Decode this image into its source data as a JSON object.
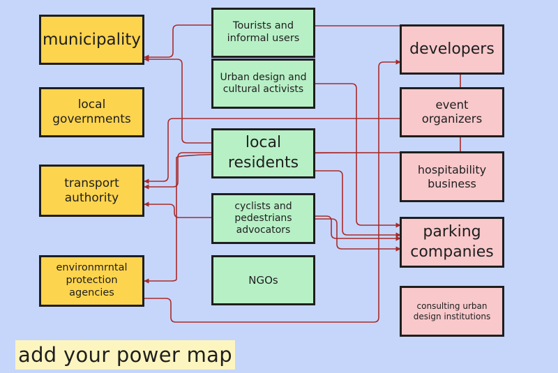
{
  "nodes": {
    "municipality": "municipality",
    "local_governments": "local governments",
    "transport_authority": "transport authority",
    "environmental_agencies": "environmrntal protection agencies",
    "tourists": "Tourists and informal users",
    "urban_design_activists": "Urban design and cultural activists",
    "local_residents": "local residents",
    "cyclists": "cyclists and pedestrians advocators",
    "ngos": "NGOs",
    "developers": "developers",
    "event_organizers": "event organizers",
    "hospitability": "hospitability business",
    "parking": "parking companies",
    "consulting": "consulting urban design institutions"
  },
  "caption": "add your power map",
  "colors": {
    "background": "#c6d6fb",
    "stakeholder_authority": "#fdd44e",
    "stakeholder_community": "#b8f0c6",
    "stakeholder_business": "#f8c8cb",
    "connector": "#a82a2a"
  }
}
